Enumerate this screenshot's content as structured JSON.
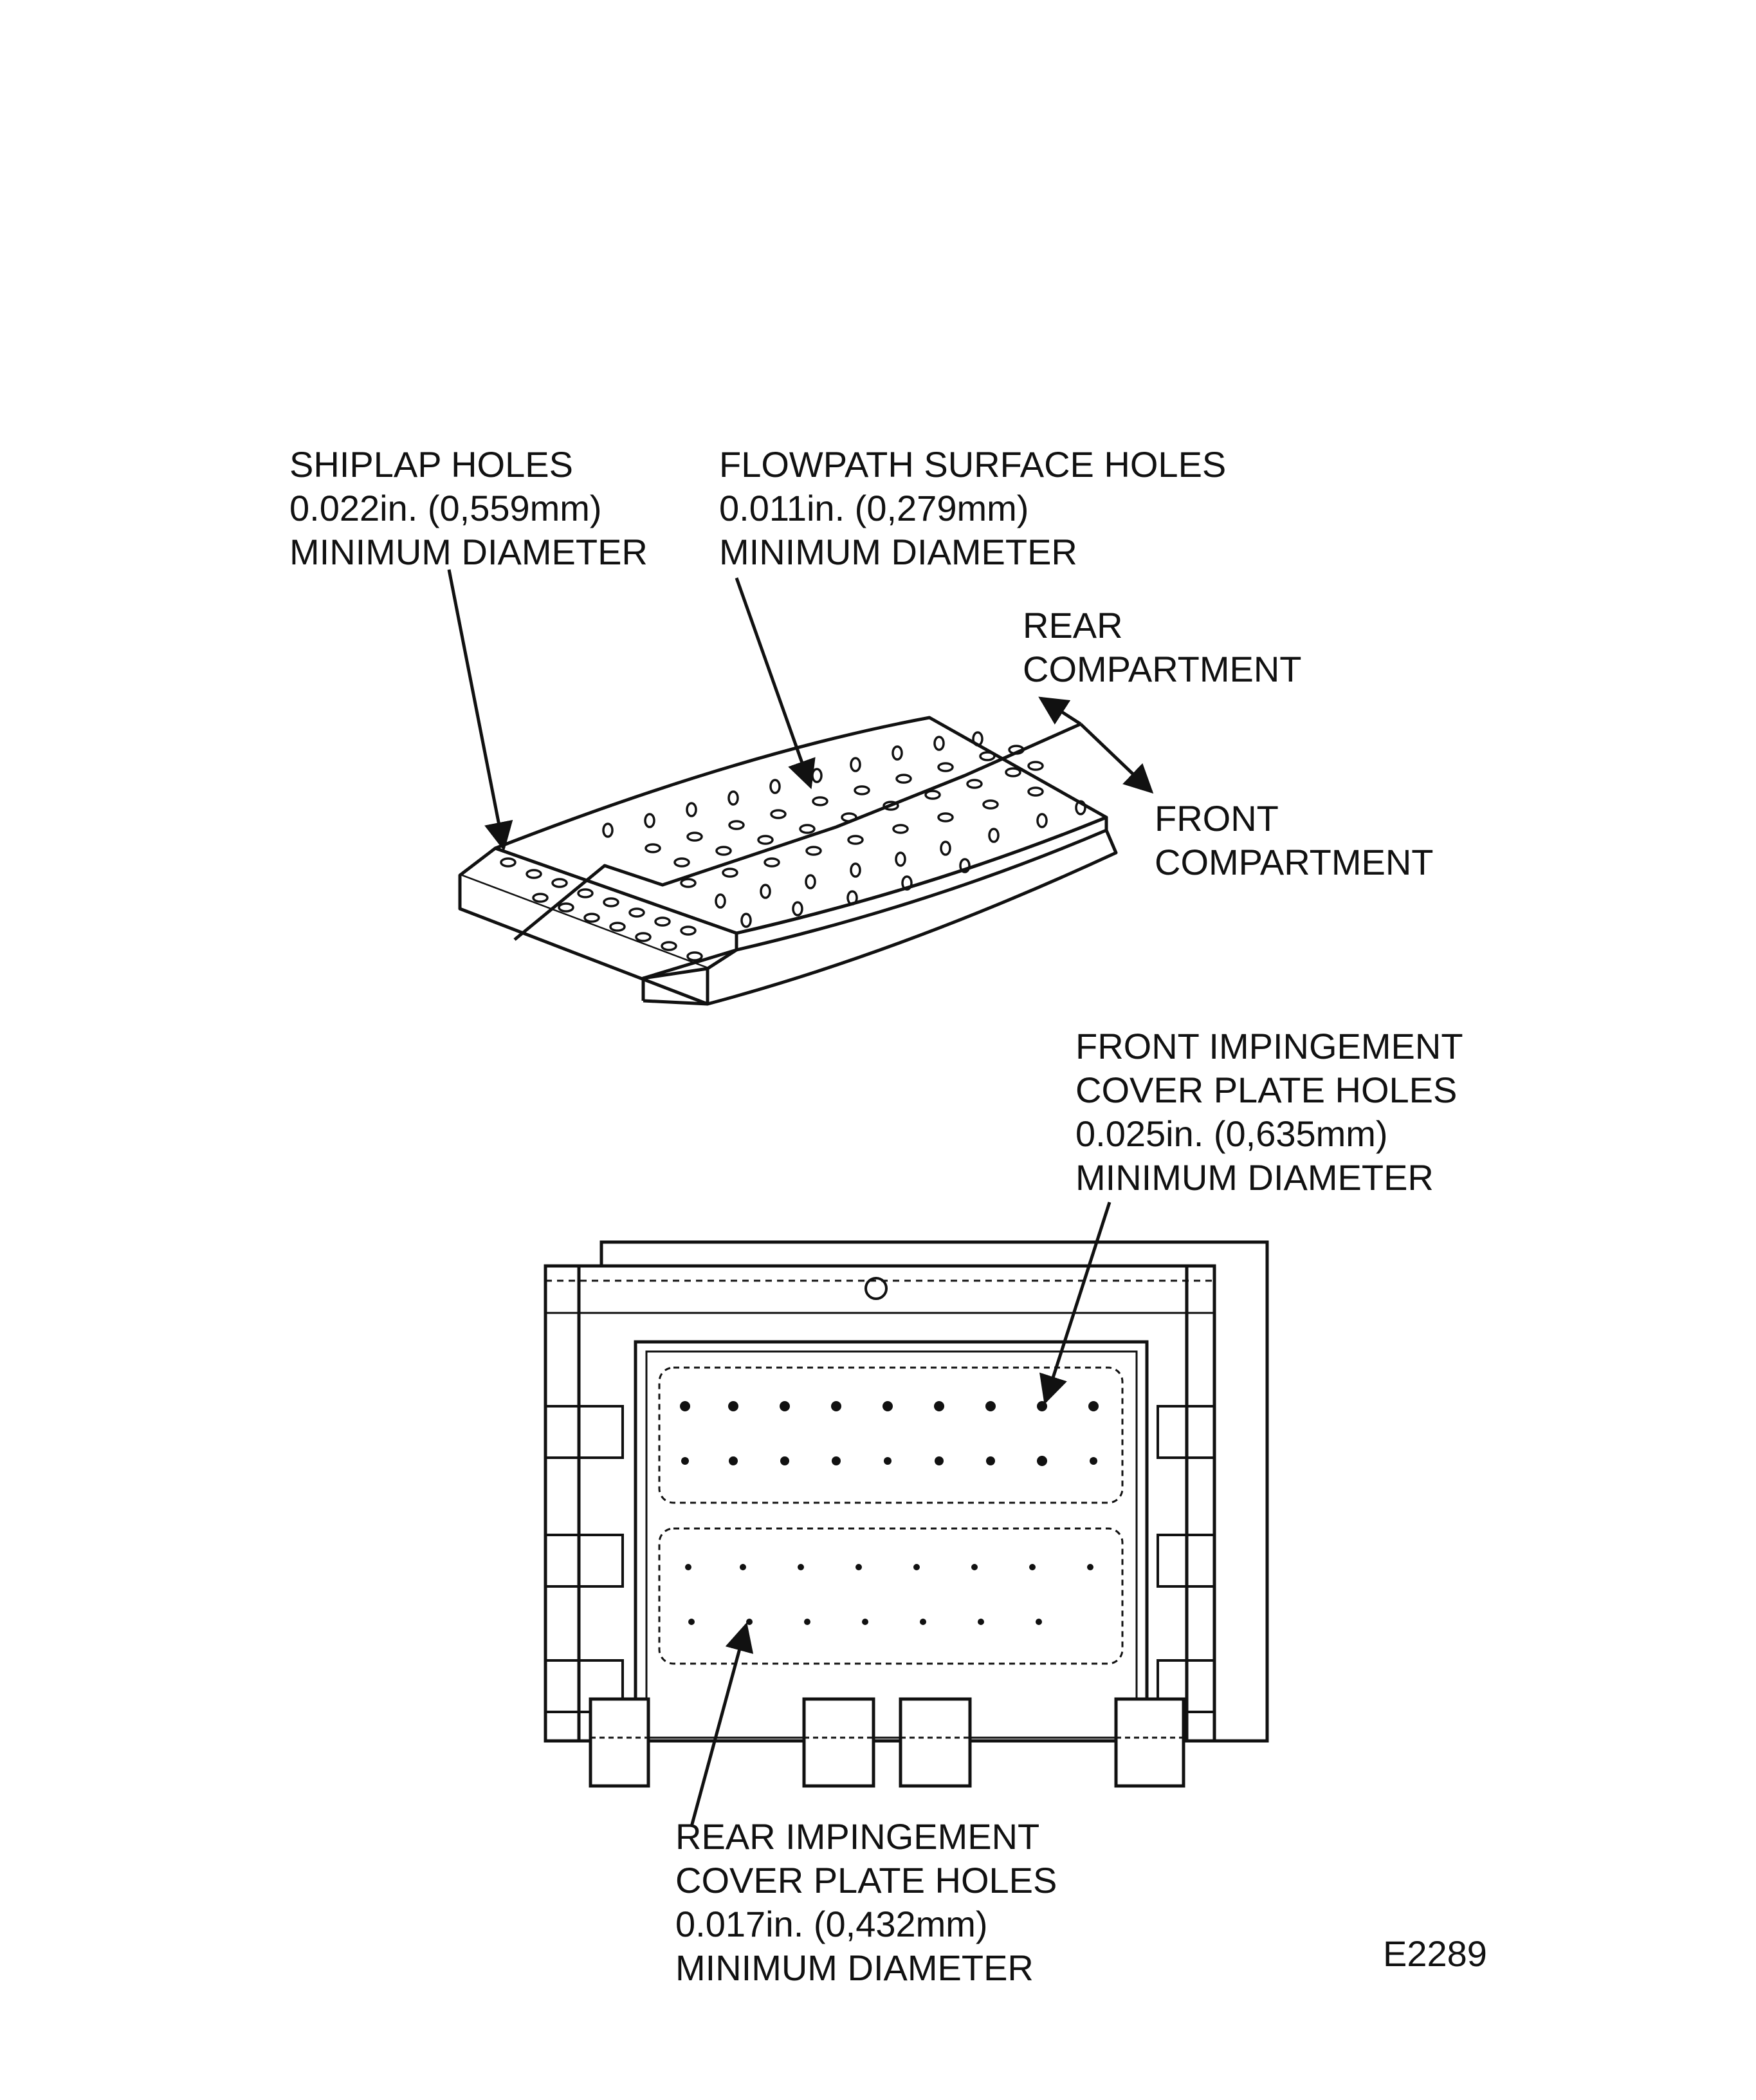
{
  "labels": {
    "shiplap": [
      "SHIPLAP HOLES",
      "0.022in. (0,559mm)",
      "MINIMUM DIAMETER"
    ],
    "flowpath": [
      "FLOWPATH SURFACE HOLES",
      "0.011in. (0,279mm)",
      "MINIMUM DIAMETER"
    ],
    "rear_compartment": [
      "REAR",
      "COMPARTMENT"
    ],
    "front_compartment": [
      "FRONT",
      "COMPARTMENT"
    ],
    "front_impingement": [
      "FRONT IMPINGEMENT",
      "COVER PLATE HOLES",
      "0.025in. (0,635mm)",
      "MINIMUM DIAMETER"
    ],
    "rear_impingement": [
      "REAR IMPINGEMENT",
      "COVER PLATE HOLES",
      "0.017in. (0,432mm)",
      "MINIMUM DIAMETER"
    ]
  },
  "figure_id": "E2289",
  "colors": {
    "ink": "#111111",
    "paper": "#ffffff"
  }
}
